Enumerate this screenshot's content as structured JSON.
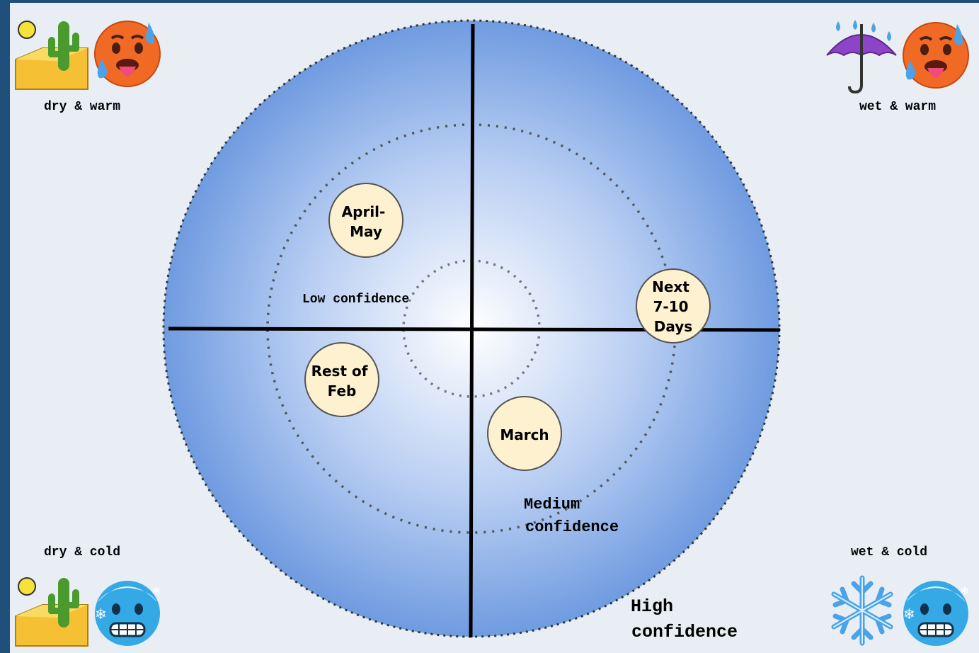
{
  "quadrant_labels": {
    "top_left": "dry & warm",
    "top_right": "wet & warm",
    "bottom_left": "dry & cold",
    "bottom_right": "wet & cold"
  },
  "icons": {
    "top_left": [
      "desert-icon",
      "hot-face-icon"
    ],
    "top_right": [
      "umbrella-with-rain-icon",
      "hot-face-icon"
    ],
    "bottom_left": [
      "desert-icon",
      "cold-face-icon"
    ],
    "bottom_right": [
      "snowflake-icon",
      "cold-face-icon"
    ]
  },
  "rings": {
    "inner": "Low confidence",
    "middle": [
      "Medium",
      "confidence"
    ],
    "outer": [
      "High",
      "confidence"
    ]
  },
  "periods": [
    {
      "lines": [
        "April-",
        "May"
      ]
    },
    {
      "lines": [
        "Rest of",
        "Feb"
      ]
    },
    {
      "lines": [
        "March"
      ]
    },
    {
      "lines": [
        "Next",
        "7-10",
        "Days"
      ]
    }
  ],
  "colors": {
    "frame": "#1f4f7a",
    "background": "#e8eef3",
    "disc_outer": "#6f9be0",
    "disc_center": "#ffffff",
    "period_fill": "#fdf1cf"
  }
}
